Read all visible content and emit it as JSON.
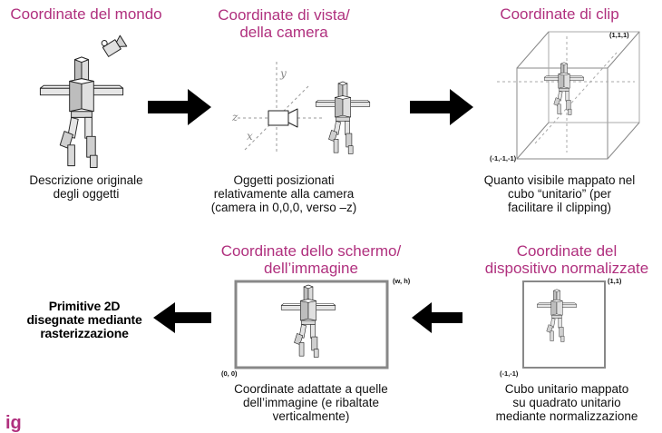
{
  "world": {
    "heading": "Coordinate del mondo",
    "caption_lines": [
      "Descrizione originale",
      "degli oggetti"
    ]
  },
  "view": {
    "heading_lines": [
      "Coordinate di vista/",
      "della camera"
    ],
    "caption_lines": [
      "Oggetti posizionati",
      "relativamente alla camera",
      "(camera in 0,0,0, verso –z)"
    ],
    "axis_labels": {
      "y": "y",
      "z": "z",
      "x": "x"
    }
  },
  "clip": {
    "heading": "Coordinate di clip",
    "corner_max": "(1,1,1)",
    "corner_min": "(-1,-1,-1)",
    "caption_lines": [
      "Quanto visibile mappato nel",
      "cubo “unitario” (per",
      "facilitare il clipping)"
    ]
  },
  "ndc": {
    "heading_lines": [
      "Coordinate del",
      "dispositivo normalizzate"
    ],
    "corner_max": "(1,1)",
    "corner_min": "(-1,-1)",
    "caption_lines": [
      "Cubo unitario mappato",
      "su quadrato unitario",
      "mediante normalizzazione"
    ]
  },
  "screen": {
    "heading_lines": [
      "Coordinate dello schermo/",
      "dell’immagine"
    ],
    "corner_max": "(w, h)",
    "corner_min": "(0, 0)",
    "caption_lines": [
      "Coordinate adattate a quelle",
      "dell’immagine (e ribaltate",
      "verticalmente)"
    ]
  },
  "final": {
    "caption_lines": [
      "Primitive 2D",
      "disegnate mediante",
      "rasterizzazione"
    ]
  },
  "footer_fragment": "ig",
  "colors": {
    "heading": "#b0307e",
    "arrow": "#000000",
    "frame": "#888888"
  }
}
